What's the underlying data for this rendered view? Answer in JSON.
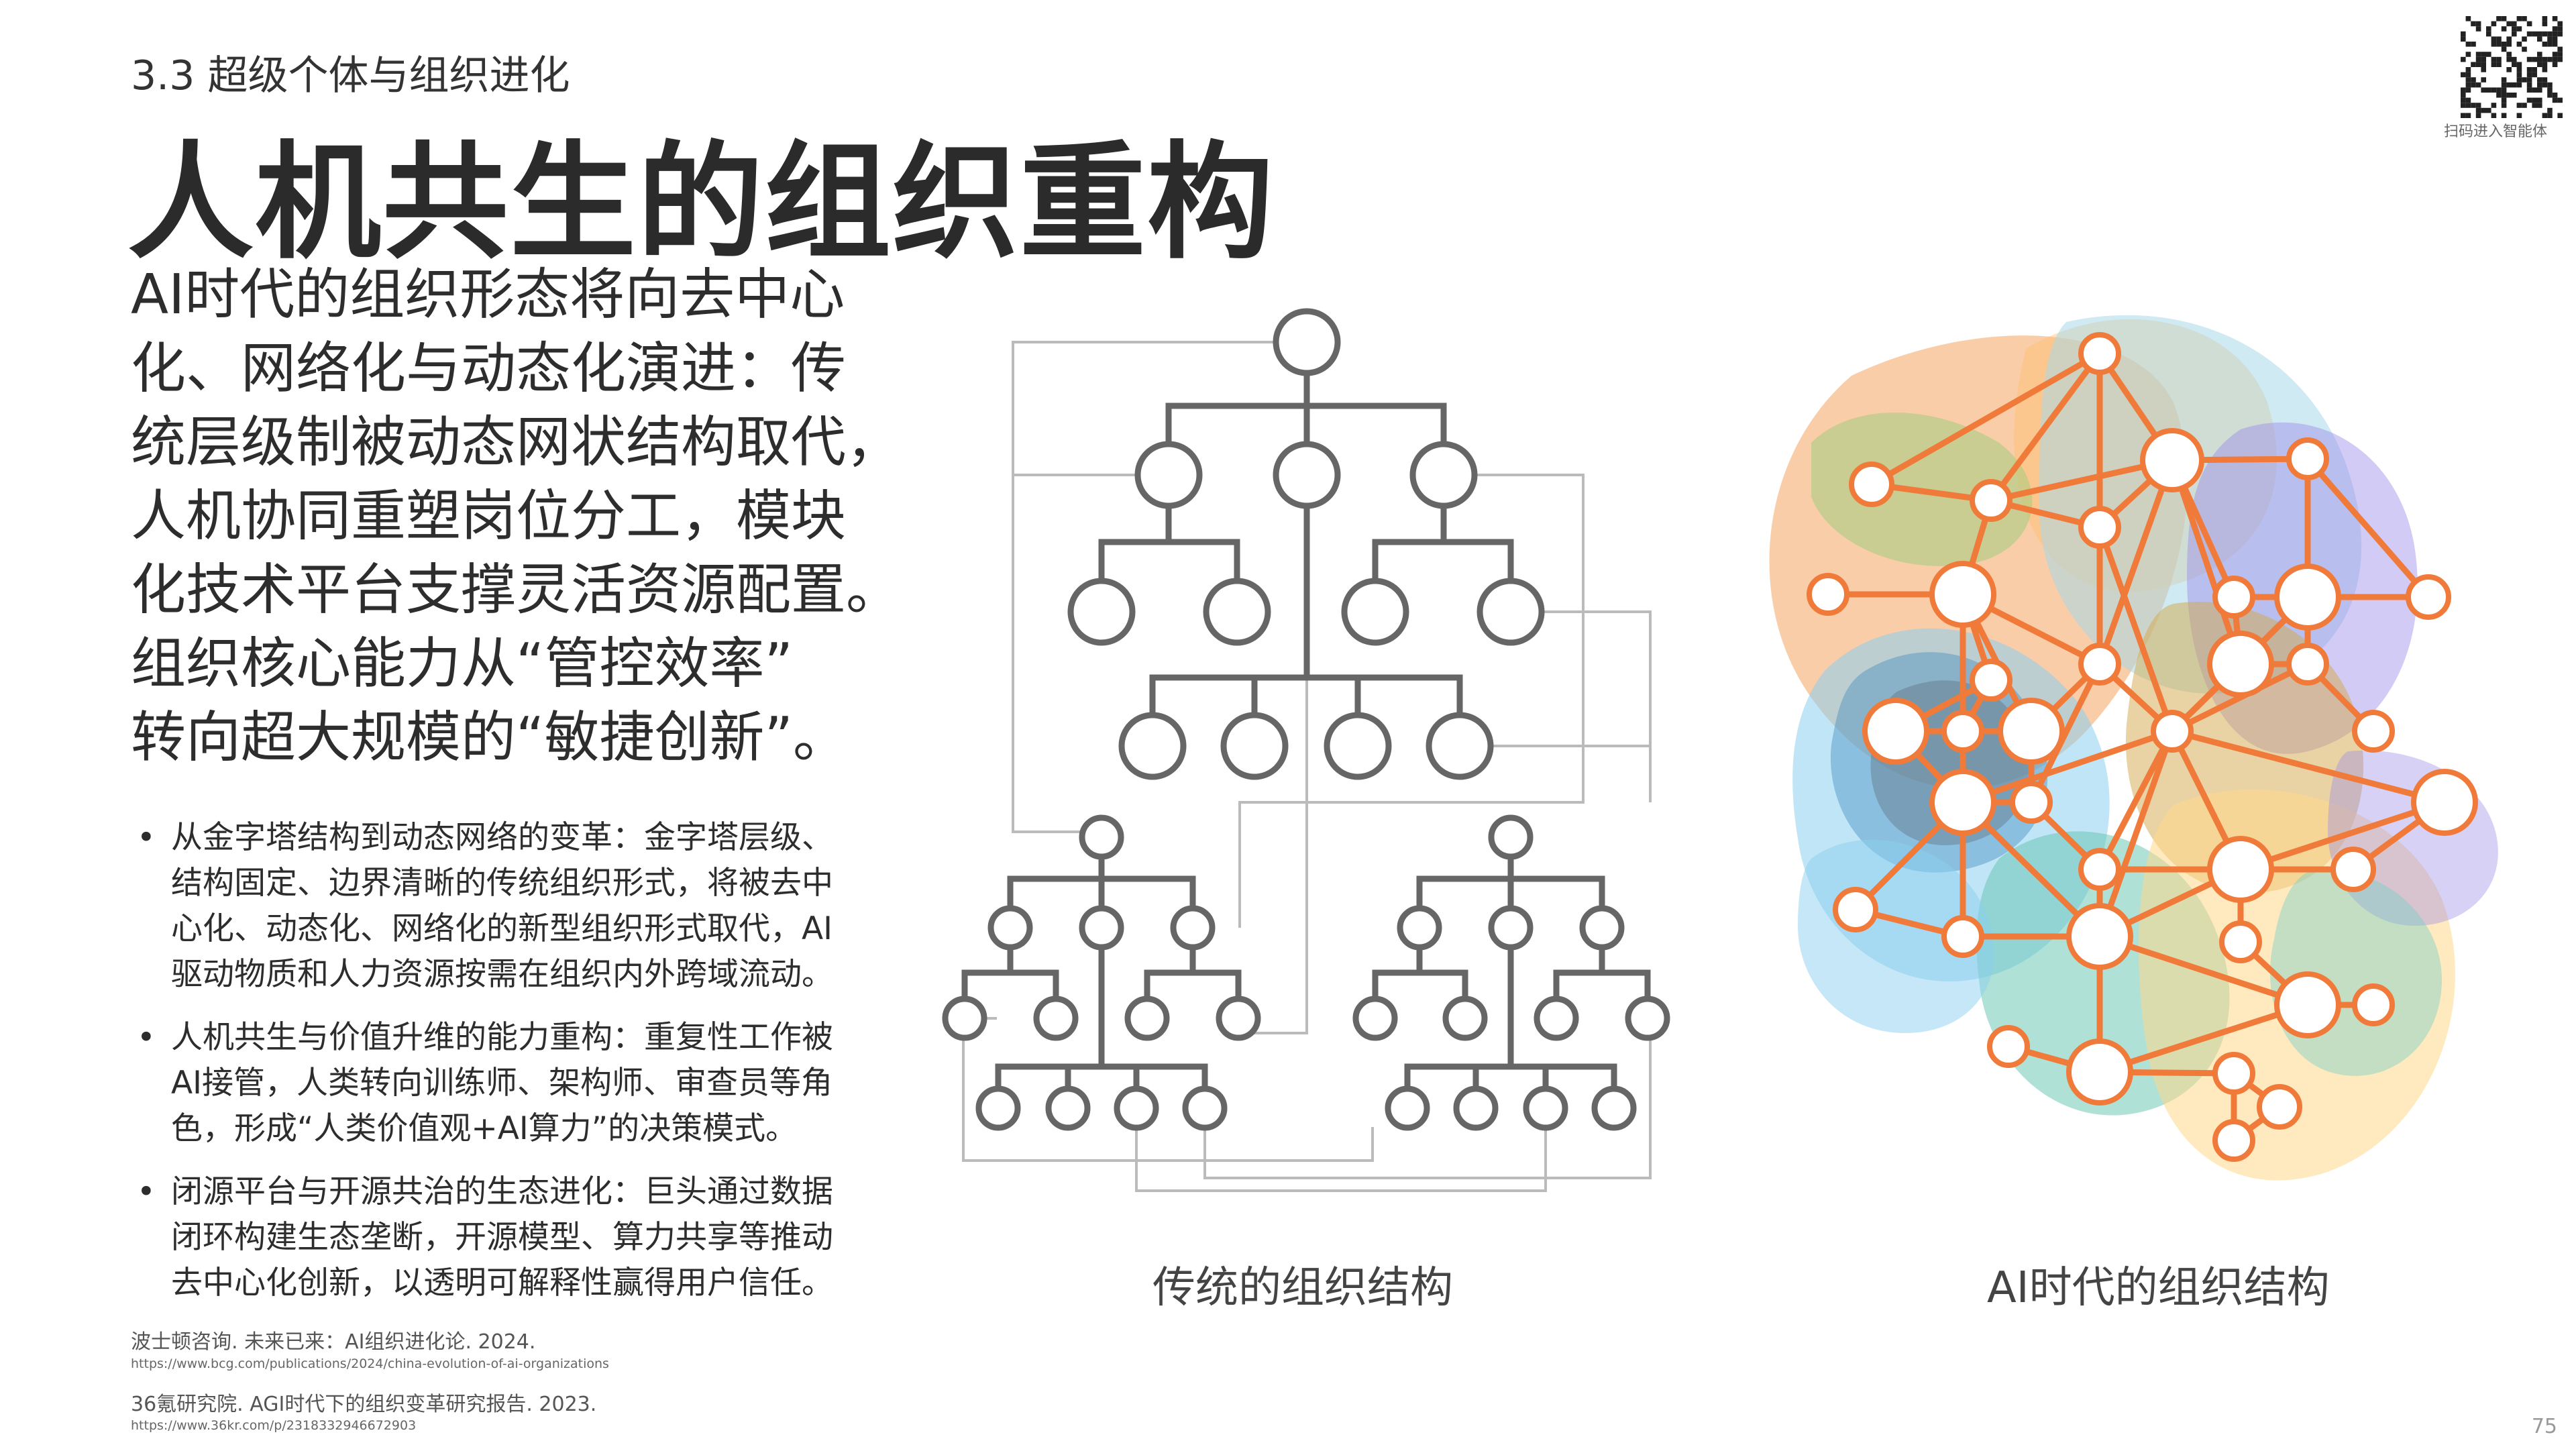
{
  "header": {
    "section": "3.3 超级个体与组织进化",
    "title": "人机共生的组织重构",
    "qr_caption": "扫码进入智能体"
  },
  "lead_lines": [
    "AI时代的组织形态将向去中心",
    "化、网络化与动态化演进：传",
    "统层级制被动态网状结构取代，",
    "人机协同重塑岗位分工，模块",
    "化技术平台支撑灵活资源配置。",
    "组织核心能力从“管控效率”",
    "转向超大规模的“敏捷创新”。"
  ],
  "bullets": [
    {
      "lines": [
        "从金字塔结构到动态网络的变革：金字塔层级、",
        "结构固定、边界清晰的传统组织形式，将被去中",
        "心化、动态化、网络化的新型组织形式取代，AI",
        "驱动物质和人力资源按需在组织内外跨域流动。"
      ]
    },
    {
      "lines": [
        "人机共生与价值升维的能力重构：重复性工作被",
        "AI接管，人类转向训练师、架构师、审查员等角",
        "色，形成“人类价值观+AI算力”的决策模式。"
      ]
    },
    {
      "lines": [
        "闭源平台与开源共治的生态进化：巨头通过数据",
        "闭环构建生态垄断，开源模型、算力共享等推动",
        "去中心化创新，以透明可解释性赢得用户信任。"
      ]
    }
  ],
  "sources": [
    {
      "title": "波士顿咨询. 未来已来：AI组织进化论. 2024.",
      "url": "https://www.bcg.com/publications/2024/china-evolution-of-ai-organizations"
    },
    {
      "title": "36氪研究院. AGI时代下的组织变革研究报告. 2023.",
      "url": "https://www.36kr.com/p/2318332946672903"
    }
  ],
  "diagrams": {
    "traditional_caption": "传统的组织结构",
    "ai_caption": "AI时代的组织结构"
  },
  "colors": {
    "hierarchy_stroke": "#666666",
    "connector": "#bbbbbb",
    "network_edge": "#f07a3a",
    "network_node_fill": "#ffffff"
  },
  "page_number": "75"
}
